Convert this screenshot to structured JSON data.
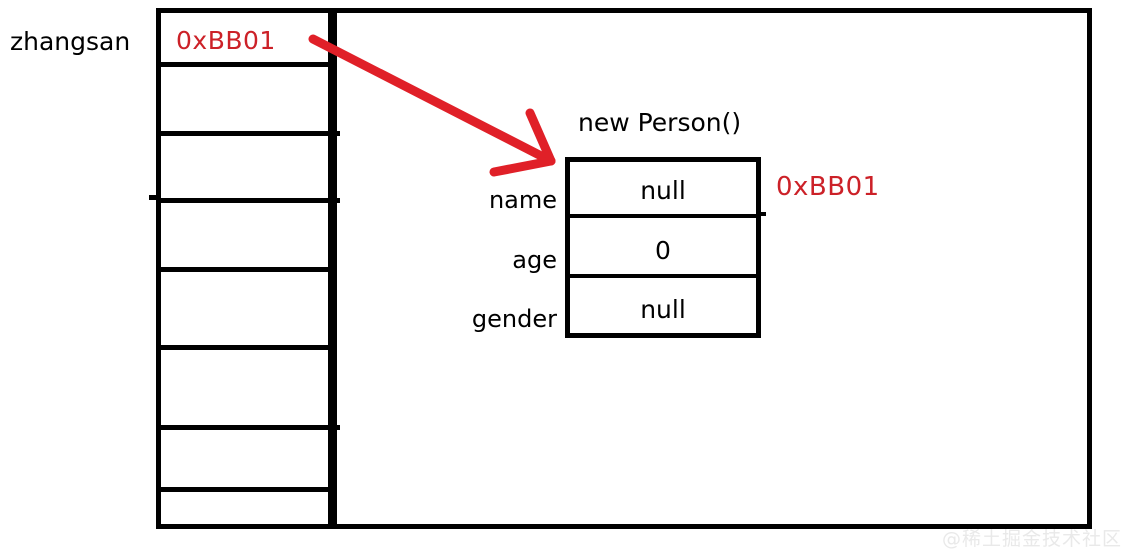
{
  "diagram": {
    "title_note": "new Person()",
    "colors": {
      "stroke": "#000000",
      "accent_red": "#cc2128",
      "background": "#ffffff",
      "watermark": "#e9e9e9"
    },
    "stack": {
      "variable_label": "zhangsan",
      "slot_value": "0xBB01",
      "slot_count": 8,
      "empty_slot_value": ""
    },
    "heap": {
      "object_title": "new Person()",
      "object_address": "0xBB01",
      "fields": [
        {
          "name": "name",
          "value": "null"
        },
        {
          "name": "age",
          "value": "0"
        },
        {
          "name": "gender",
          "value": "null"
        }
      ]
    },
    "arrow": {
      "name": "reference-arrow",
      "from": "zhangsan-stack-slot",
      "to": "person-object-box"
    }
  },
  "watermark": {
    "text": "@稀土掘金技术社区"
  }
}
